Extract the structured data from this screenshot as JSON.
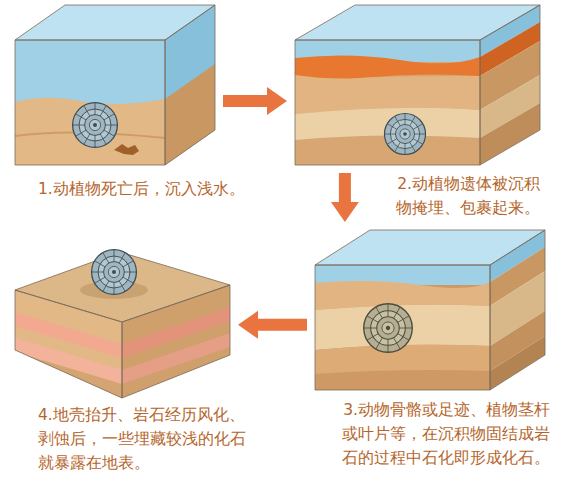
{
  "diagram": {
    "nodes": [
      {
        "text": [
          "1.动植物死亡后，沉入浅水。"
        ]
      },
      {
        "text": [
          "2.动植物遗体被沉积 物掩埋、包裹起来。"
        ]
      },
      {
        "text": [
          "3.动物骨骼或足迹、植物茎杆 或叶片等，在沉积物固结成岩 石的过程中石化即形成化石。"
        ]
      },
      {
        "text": [
          "4.地壳抬升、岩石经历风化、 剥蚀后，一些埋藏较浅的化石 就暴露在地表。"
        ]
      }
    ],
    "edges": [
      {
        "from": 0,
        "to": 1,
        "arrow": "to"
      },
      {
        "from": 1,
        "to": 2,
        "arrow": "to"
      },
      {
        "from": 2,
        "to": 3,
        "arrow": "to"
      }
    ]
  }
}
